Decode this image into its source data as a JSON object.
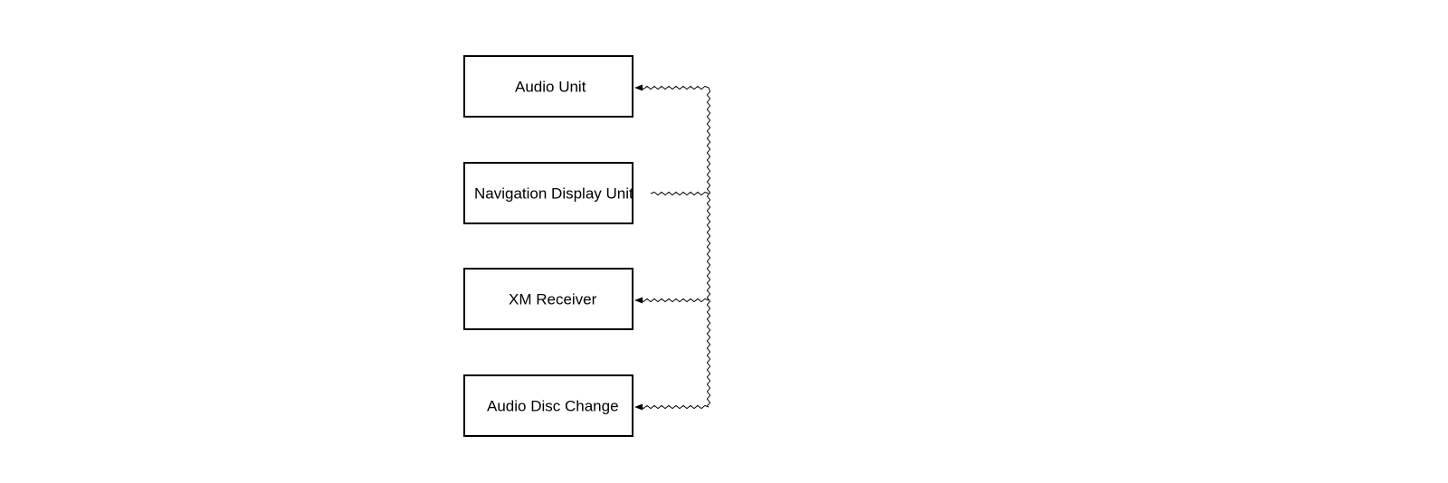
{
  "diagram": {
    "units": [
      {
        "id": "audio-unit",
        "label": "Audio Unit"
      },
      {
        "id": "navigation-display-unit",
        "label": "Navigation Display Unit"
      },
      {
        "id": "xm-receiver",
        "label": "XM Receiver"
      },
      {
        "id": "audio-disc-change",
        "label": "Audio Disc Change"
      }
    ],
    "connection": {
      "style": "twisted-pair",
      "arrow_into": [
        "audio-unit",
        "xm-receiver",
        "audio-disc-change"
      ]
    },
    "colors": {
      "line": "#000000",
      "box_border": "#000000",
      "background": "#ffffff"
    }
  }
}
